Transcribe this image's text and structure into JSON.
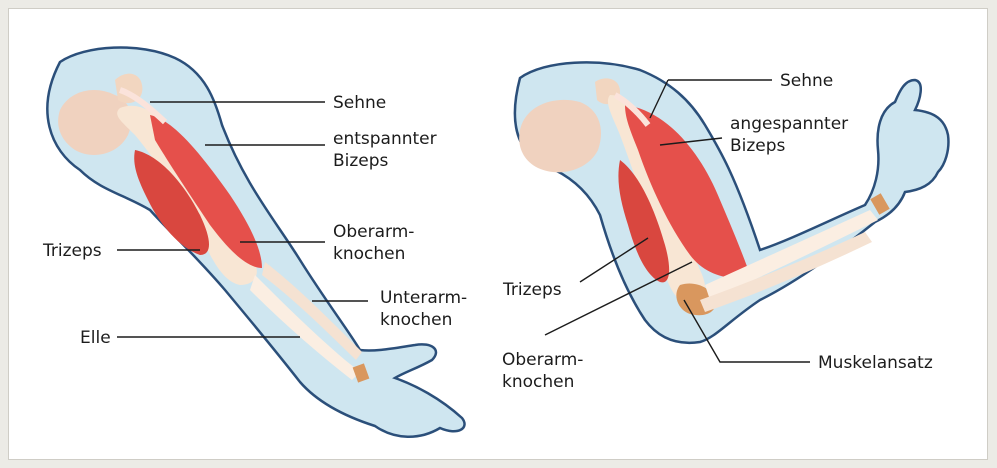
{
  "diagram": {
    "colors": {
      "skin_fill": "#cfe6f0",
      "skin_outline": "#2b4f7a",
      "bone": "#f8e6d4",
      "bone_dark": "#e9c9ac",
      "muscle_light": "#f29a92",
      "muscle": "#e5504b",
      "muscle_dark": "#c8403c",
      "tendon": "#fbe3db",
      "cartilage": "#d9975e"
    },
    "left_arm": {
      "labels": {
        "sehne": "Sehne",
        "bizeps_1": "entspannter",
        "bizeps_2": "Bizeps",
        "trizeps": "Trizeps",
        "oberarm_1": "Oberarm-",
        "oberarm_2": "knochen",
        "unterarm_1": "Unterarm-",
        "unterarm_2": "knochen",
        "elle": "Elle"
      }
    },
    "right_arm": {
      "labels": {
        "sehne": "Sehne",
        "bizeps_1": "angespannter",
        "bizeps_2": "Bizeps",
        "trizeps": "Trizeps",
        "oberarm_1": "Oberarm-",
        "oberarm_2": "knochen",
        "muskelansatz": "Muskelansatz"
      }
    }
  }
}
